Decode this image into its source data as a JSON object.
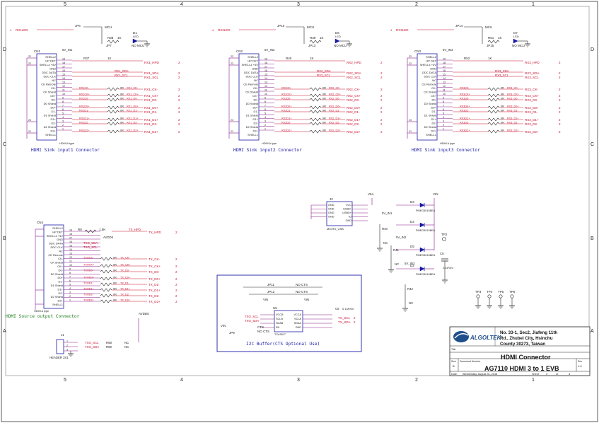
{
  "border": {
    "columns": [
      "5",
      "4",
      "3",
      "2",
      "1"
    ],
    "rows": [
      "D",
      "C",
      "B",
      "A"
    ]
  },
  "sink1": {
    "connector": "CN1",
    "title": "HDMI Sink input1 Connector",
    "pkg": "HDMI A type",
    "led_net": "RX1LED",
    "jumpers": [
      "JP6",
      "JP7"
    ],
    "led": "D1",
    "resistors": [
      "R38",
      "R37"
    ],
    "res_value": "1K",
    "pin_net_hpd": "RX1_HPD",
    "pin_net_sda": "RX1_SDA",
    "pin_net_scl": "RX1_SCL",
    "signals": [
      "RX1_CK-",
      "RX1_CK+",
      "RX1_D0-",
      "RX1_D0+",
      "RX1_D1-",
      "RX1_D1+",
      "RX1_D2-",
      "RX1_D2+"
    ],
    "vin": "5V_IN1"
  },
  "sink2": {
    "connector": "CN2",
    "title": "HDMI Sink input2 Connector",
    "pkg": "HDMI A type",
    "led_net": "RX2LED",
    "jumpers": [
      "JP10",
      "JP13"
    ],
    "led": "D6",
    "resistors": [
      "R39",
      "R40"
    ],
    "res_value": "1K",
    "pin_net_hpd": "RX2_HPD",
    "pin_net_sda": "RX2_SDA",
    "pin_net_scl": "RX2_SCL",
    "signals": [
      "RX2_CK-",
      "RX2_CK+",
      "RX2_D0-",
      "RX2_D0+",
      "RX2_D1-",
      "RX2_D1+",
      "RX2_D2-",
      "RX2_D2+"
    ],
    "vin": "5V_IN2"
  },
  "sink3": {
    "connector": "CN3",
    "title": "HDMI Sink input3 Connector",
    "pkg": "HDMI A type",
    "led_net": "RX3LED",
    "jumpers": [
      "JP14",
      "JP15"
    ],
    "led": "D7",
    "resistors": [
      "R51",
      "R52"
    ],
    "res_value": "1K",
    "pin_net_hpd": "RX3_HPD",
    "pin_net_sda": "RX3_SDA",
    "pin_net_scl": "RX3_SCL",
    "signals": [
      "RX3_CK-",
      "RX3_CK+",
      "RX3_D0-",
      "RX3_D0+",
      "RX3_D1-",
      "RX3_D1+",
      "RX3_D2-",
      "RX3_D2+"
    ],
    "vin": "5V_IN3"
  },
  "common": {
    "mcu": "MCU",
    "no_mcu": "NO MCU",
    "led_label": "LED",
    "pins_left": [
      "SHELL2",
      "HP DET",
      "SHELL4 +5V",
      "GND",
      "DDC DATA",
      "DDC CLK",
      "NC",
      "CE Remote",
      "CK-",
      "CK Shield",
      "CK+",
      "D0-",
      "D0 Shield",
      "D0+",
      "D1-",
      "D1 Shield",
      "D1+",
      "D2-",
      "D2 Shield",
      "D2+",
      "SHELL1"
    ],
    "pin_numbers": [
      "19",
      "18",
      "17",
      "16",
      "15",
      "14",
      "13",
      "12",
      "11",
      "10",
      "9",
      "8",
      "7",
      "6",
      "5",
      "4",
      "3",
      "2",
      "1"
    ],
    "page_ref": "2",
    "zero_r": "0R"
  },
  "source": {
    "connector": "CN4",
    "title": "HDMI Source output Connector",
    "pkg": "HDMI A type",
    "net_hpd": "TX_HPD",
    "res_hpd": "R8",
    "res_hpd_value": "1.5K",
    "avdd": "AVDD5",
    "sda": "TXO_SDA",
    "scl": "TXO_SCL",
    "signals": [
      "TX_CK-",
      "TX_CK+",
      "TX_D0-",
      "TX_D0+",
      "TX_D1-",
      "TX_D1+",
      "TX_D2-",
      "TX_D2+"
    ]
  },
  "usb": {
    "ref": "J2",
    "part": "MICRO_USB",
    "pins": [
      "GND",
      "GND",
      "GND",
      "GND",
      "VCC",
      "USBD-",
      "USBD+",
      "ID",
      "GND"
    ],
    "net_v5a": "V5A",
    "net_vin": "VIN"
  },
  "diodes": {
    "part": "PMEG3010BEA",
    "refs": [
      "D3",
      "D4",
      "D5",
      "D2"
    ],
    "nets": [
      "5V_IN1",
      "5V_IN2",
      "5V_IN3"
    ],
    "resistors": [
      "R40",
      "R41",
      "R42"
    ],
    "res_value": "NC",
    "cap_ref": "C5",
    "cap_value": "22uF/6V",
    "tp": "TP2"
  },
  "test_points": [
    "TP3",
    "TP4",
    "TP5",
    "TP6"
  ],
  "header": {
    "ref": "J1",
    "part": "HEADER 3X1",
    "nets": [
      "TXO_SCL",
      "TXO_SDA"
    ],
    "resistors": [
      "R58",
      "R59"
    ],
    "value": "NC",
    "avdd": "AVDD5"
  },
  "i2c": {
    "title": "I2C Buffer(CTS Optional Use)",
    "ic_ref": "U5",
    "ic_part": "TCA9517",
    "jumpers": [
      "JP11",
      "JP12",
      "JP9"
    ],
    "no_cts": "NO CTS",
    "cts": "CTS",
    "vin": "VIN",
    "pins_left": [
      "VCCB",
      "SCLB",
      "SDAB",
      "EN"
    ],
    "pins_right": [
      "VCCA",
      "SCLA",
      "SDAA",
      "GND"
    ],
    "nets_left": [
      "TXO_SCL",
      "TXO_SDA"
    ],
    "nets_right": [
      "TX_SCL",
      "TX_SDA"
    ],
    "cap_ref": "C6",
    "cap_value": "0.1uF/6V"
  },
  "titleblock": {
    "company": "ALGOLTEK",
    "address": [
      "No. 33-1, Sec2, Jiafeng 11th",
      "Rd., Zhubei City, Hsinchu",
      "County 30273, Taiwan"
    ],
    "title_label": "Title",
    "title": "HDMI Connector",
    "size_label": "Size",
    "size": "B",
    "docnum_label": "Document Number",
    "docnum": "AG7110 HDMI 3 to 1 EVB",
    "rev_label": "Rev",
    "rev": "1.0",
    "date_label": "Date:",
    "date": "Wednesday, August 31, 2016",
    "sheet_label": "Sheet",
    "sheet": "3",
    "of_label": "of",
    "of": "4"
  }
}
